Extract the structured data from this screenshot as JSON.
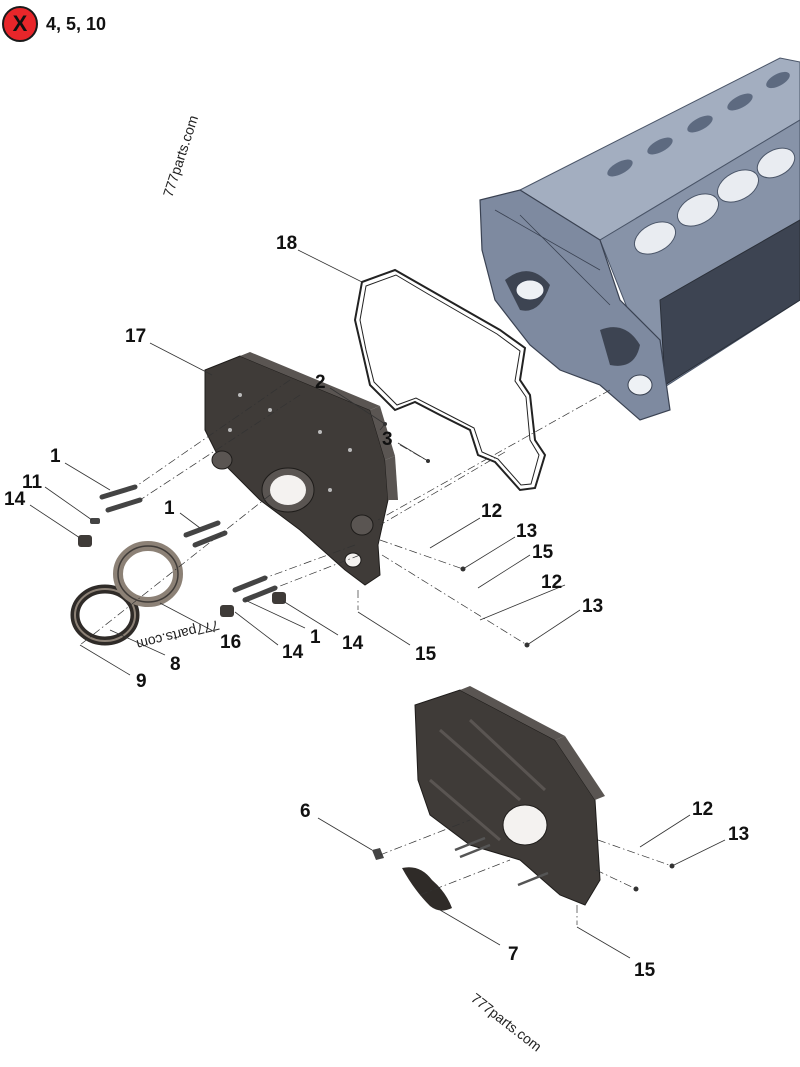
{
  "legend": {
    "icon": "red-x-circle-icon",
    "symbol": "X",
    "excluded_items": "4, 5, 10",
    "badge_color": "#e8262a"
  },
  "watermarks": [
    "777parts.com",
    "777parts.com",
    "777parts.com"
  ],
  "callouts": {
    "c1a": "1",
    "c1b": "1",
    "c1c": "1",
    "c2": "2",
    "c3": "3",
    "c6": "6",
    "c7": "7",
    "c8": "8",
    "c9": "9",
    "c11": "11",
    "c12a": "12",
    "c12b": "12",
    "c12c": "12",
    "c13a": "13",
    "c13b": "13",
    "c13c": "13",
    "c14a": "14",
    "c14b": "14",
    "c14c": "14",
    "c15a": "15",
    "c15b": "15",
    "c15c": "15",
    "c16": "16",
    "c17": "17",
    "c18": "18"
  },
  "colors": {
    "block": "#8a96aa",
    "block_dark": "#5d6a80",
    "plate": "#3f3b38",
    "plate_light": "#5a5552",
    "ring": "#8c8176"
  }
}
